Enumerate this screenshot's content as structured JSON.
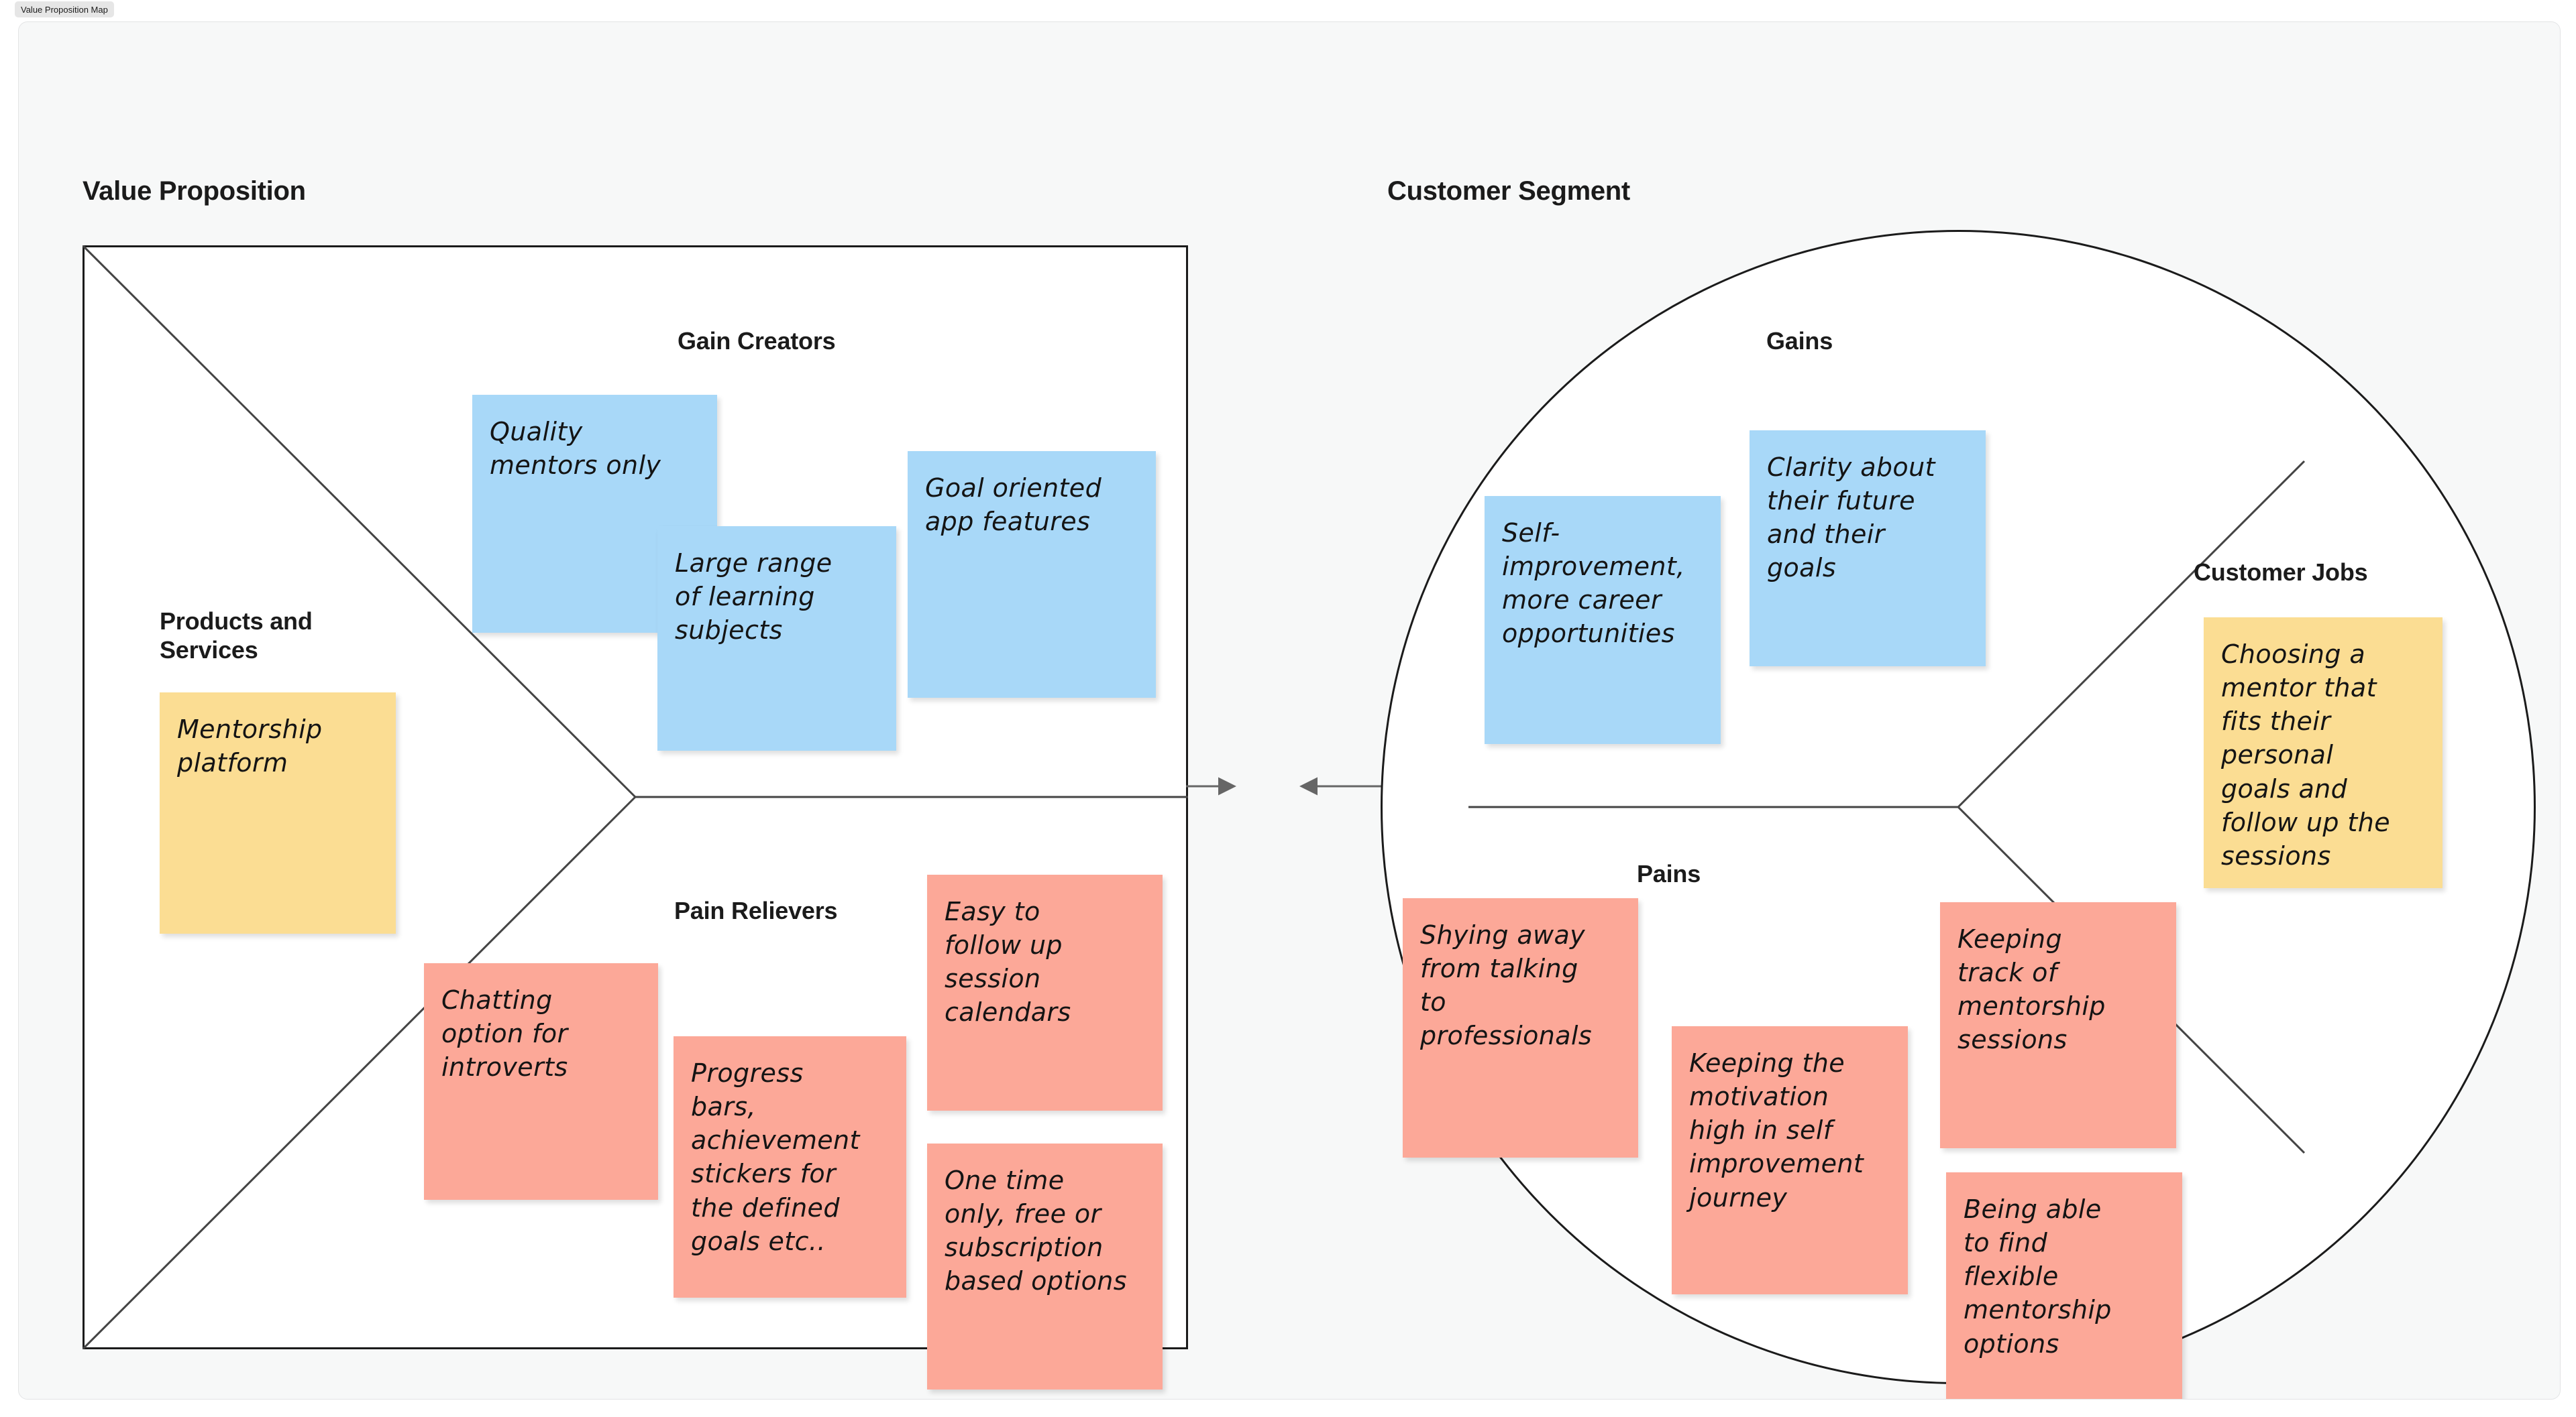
{
  "tab": {
    "label": "Value Proposition Map"
  },
  "colors": {
    "blue": "#a8d8f8",
    "yellow": "#fbdd93",
    "pink": "#fca898",
    "outline": "#1b1b1b",
    "canvas_bg": "#f7f8f8",
    "shape_fill": "#ffffff"
  },
  "value_proposition": {
    "title": "Value Proposition",
    "shape": "square",
    "sections": {
      "gain_creators": {
        "title": "Gain Creators",
        "notes": [
          {
            "color": "blue",
            "text": "Quality\nmentors only"
          },
          {
            "color": "blue",
            "text": "Large range\nof learning\nsubjects"
          },
          {
            "color": "blue",
            "text": "Goal oriented\napp features"
          }
        ]
      },
      "products_and_services": {
        "title": "Products and\nServices",
        "notes": [
          {
            "color": "yellow",
            "text": "Mentorship\nplatform"
          }
        ]
      },
      "pain_relievers": {
        "title": "Pain Relievers",
        "notes": [
          {
            "color": "pink",
            "text": "Chatting\noption for\nintroverts"
          },
          {
            "color": "pink",
            "text": "Progress\nbars,\nachievement\nstickers for\nthe defined\ngoals etc.."
          },
          {
            "color": "pink",
            "text": "Easy to\nfollow up\nsession\ncalendars"
          },
          {
            "color": "pink",
            "text": "One time\nonly, free or\nsubscription\nbased options"
          }
        ]
      }
    }
  },
  "customer_segment": {
    "title": "Customer Segment",
    "shape": "circle",
    "sections": {
      "gains": {
        "title": "Gains",
        "notes": [
          {
            "color": "blue",
            "text": "Self-\nimprovement,\nmore career\nopportunities"
          },
          {
            "color": "blue",
            "text": "Clarity about\ntheir future\nand their\ngoals"
          }
        ]
      },
      "customer_jobs": {
        "title": "Customer Jobs",
        "notes": [
          {
            "color": "yellow",
            "text": "Choosing a\nmentor that\nfits their\npersonal\ngoals and\nfollow up the\nsessions"
          }
        ]
      },
      "pains": {
        "title": "Pains",
        "notes": [
          {
            "color": "pink",
            "text": "Shying away\nfrom talking\nto\nprofessionals"
          },
          {
            "color": "pink",
            "text": "Keeping the\nmotivation\nhigh in self\nimprovement\njourney"
          },
          {
            "color": "pink",
            "text": "Keeping\ntrack of\nmentorship\nsessions"
          },
          {
            "color": "pink",
            "text": "Being able\nto find\nflexible\nmentorship\noptions"
          }
        ]
      }
    }
  },
  "connector": {
    "left_arrow_direction": "right",
    "right_arrow_direction": "left"
  }
}
